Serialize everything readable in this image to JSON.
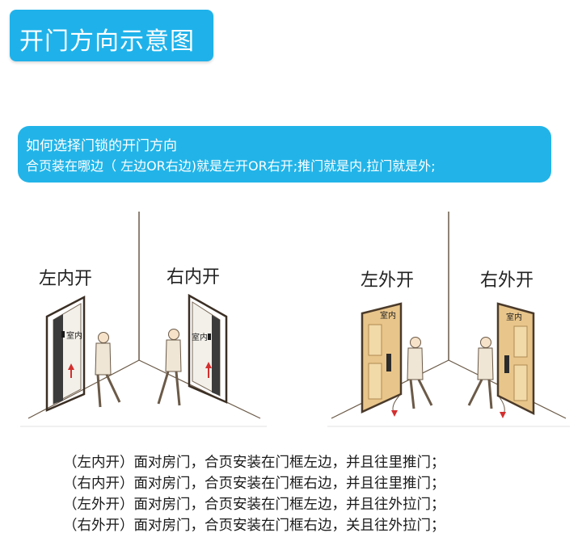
{
  "title": "开门方向示意图",
  "info": {
    "line1": "如何选择门锁的开门方向",
    "line2": "合页装在哪边（ 左边OR右边)就是左开OR右开;推门就是内,拉门就是外;"
  },
  "doors": [
    {
      "label": "左内开",
      "room": "室内"
    },
    {
      "label": "右内开",
      "room": "室内"
    },
    {
      "label": "左外开",
      "room": "室内"
    },
    {
      "label": "右外开",
      "room": "室内"
    }
  ],
  "notes": [
    "（左内开）面对房门，合页安装在门框左边，并且往里推门；",
    "（右内开）面对房门，合页安装在门框右边，并且往里推门；",
    "（左外开）面对房门，合页安装在门框左边，并且往外拉门；",
    "（右外开）面对房门，合页安装在门框右边，关且往外拉门；"
  ],
  "colors": {
    "accent": "#1fb2ea",
    "door": "#e8c58a",
    "frame": "#4a3a2a",
    "arrow": "#d32f2f"
  }
}
